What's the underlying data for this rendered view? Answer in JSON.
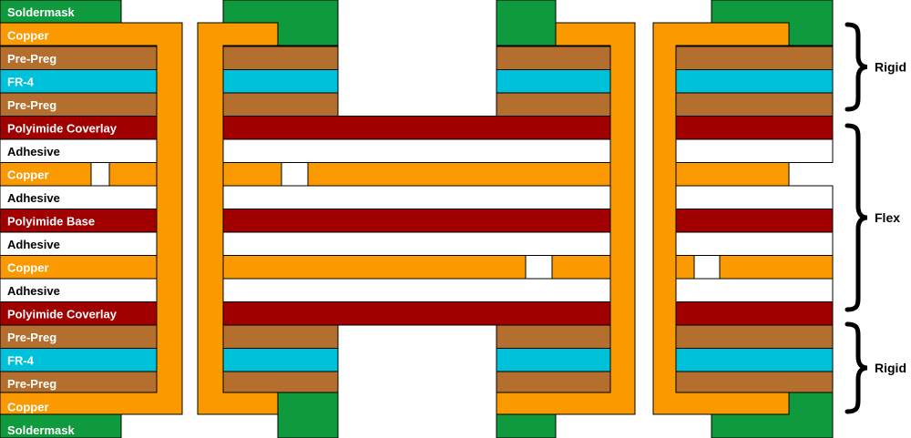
{
  "colors": {
    "soldermask": "#0f9a3e",
    "copper": "#fa9a00",
    "prepreg": "#b46e2e",
    "fr4": "#00c1da",
    "polyimide": "#a10000",
    "adhesive": "#ffffff",
    "outline": "#000000",
    "label_light": "#ffffff",
    "label_dark": "#000000"
  },
  "layers": [
    {
      "name": "Soldermask",
      "material": "soldermask"
    },
    {
      "name": "Copper",
      "material": "copper"
    },
    {
      "name": "Pre-Preg",
      "material": "prepreg"
    },
    {
      "name": "FR-4",
      "material": "fr4"
    },
    {
      "name": "Pre-Preg",
      "material": "prepreg"
    },
    {
      "name": "Polyimide Coverlay",
      "material": "polyimide"
    },
    {
      "name": "Adhesive",
      "material": "adhesive"
    },
    {
      "name": "Copper",
      "material": "copper"
    },
    {
      "name": "Adhesive",
      "material": "adhesive"
    },
    {
      "name": "Polyimide Base",
      "material": "polyimide"
    },
    {
      "name": "Adhesive",
      "material": "adhesive"
    },
    {
      "name": "Copper",
      "material": "copper"
    },
    {
      "name": "Adhesive",
      "material": "adhesive"
    },
    {
      "name": "Polyimide Coverlay",
      "material": "polyimide"
    },
    {
      "name": "Pre-Preg",
      "material": "prepreg"
    },
    {
      "name": "FR-4",
      "material": "fr4"
    },
    {
      "name": "Pre-Preg",
      "material": "prepreg"
    },
    {
      "name": "Copper",
      "material": "copper"
    },
    {
      "name": "Soldermask",
      "material": "soldermask"
    }
  ],
  "groups": [
    {
      "label": "Rigid"
    },
    {
      "label": "Flex"
    },
    {
      "label": "Rigid"
    }
  ]
}
